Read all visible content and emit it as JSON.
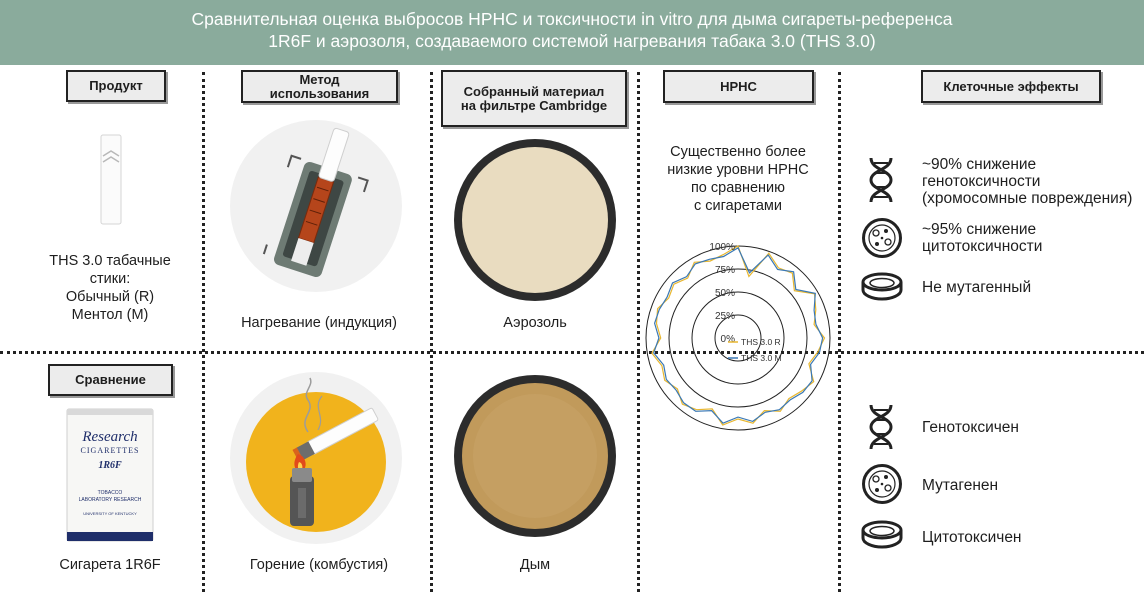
{
  "banner": {
    "line1": "Сравнительная оценка выбросов HPHC и токсичности in vitro для дыма сигареты-референса",
    "line2": "1R6F и аэрозоля, создаваемого системой нагревания табака 3.0 (THS 3.0)"
  },
  "headers": {
    "product": "Продукт",
    "method_line1": "Метод",
    "method_line2": "использования",
    "material_line1": "Собранный материал",
    "material_line2": "на фильтре Cambridge",
    "hphc": "HPHC",
    "cell_effects": "Клеточные эффекты",
    "comparison": "Сравнение"
  },
  "ths": {
    "product_line1": "THS 3.0 табачные",
    "product_line2": "стики:",
    "product_line3": "Обычный (R)",
    "product_line4": "Ментол (M)",
    "method": "Нагревание (индукция)",
    "material": "Аэрозоль",
    "hphc_line1": "Существенно более",
    "hphc_line2": "низкие уровни HPHC",
    "hphc_line3": "по сравнению",
    "hphc_line4": "с сигаретами",
    "effect1_line1": "~90% снижение",
    "effect1_line2": "генотоксичности",
    "effect1_line3": "(хромосомные повреждения)",
    "effect2_line1": "~95% снижение",
    "effect2_line2": "цитотоксичности",
    "effect3": "Не мутагенный"
  },
  "ref": {
    "product": "Сигарета 1R6F",
    "method": "Горение (комбустия)",
    "material": "Дым",
    "effect1": "Генотоксичен",
    "effect2": "Мутагенен",
    "effect3": "Цитотоксичен"
  },
  "pack": {
    "brand1": "Research",
    "brand2": "CIGARETTES",
    "model": "1R6F",
    "maker1": "TOBACCO",
    "maker2": "LABORATORY RESEARCH",
    "univ": "UNIVERSITY OF KENTUCKY"
  },
  "colors": {
    "banner": "#8aab9c",
    "ths_r": "#e8b730",
    "ths_m": "#3a78b5",
    "flame_bg": "#f1b31c",
    "aerosol": "#e9dcc0",
    "smoke": "#c19a5b"
  },
  "chart_data": {
    "type": "radar",
    "radial_ticks": [
      "0%",
      "25%",
      "50%",
      "75%",
      "100%"
    ],
    "rlim": [
      0,
      100
    ],
    "series": [
      {
        "name": "THS 3.0 R",
        "color": "#e8b730",
        "values": [
          100,
          68,
          98,
          88,
          92,
          80,
          96,
          90,
          84,
          94,
          88,
          82,
          95,
          90,
          86,
          92,
          84,
          94,
          88,
          96,
          82,
          90,
          94,
          86,
          92,
          88,
          95,
          84,
          90,
          93,
          87,
          91,
          85,
          95,
          89,
          92
        ]
      },
      {
        "name": "THS 3.0 M",
        "color": "#3a78b5",
        "values": [
          98,
          72,
          96,
          86,
          94,
          82,
          97,
          88,
          86,
          92,
          90,
          84,
          93,
          92,
          88,
          90,
          86,
          92,
          86,
          94,
          84,
          92,
          92,
          88,
          90,
          86,
          93,
          86,
          92,
          91,
          89,
          93,
          87,
          93,
          91,
          90
        ]
      }
    ]
  }
}
